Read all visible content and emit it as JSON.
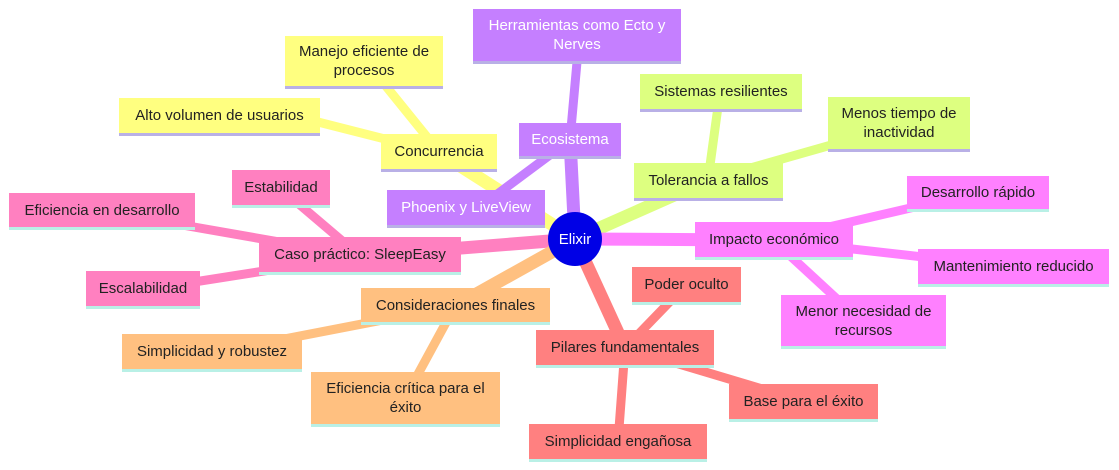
{
  "root": {
    "label": "Elixir"
  },
  "branches": {
    "concurrencia": {
      "label": "Concurrencia",
      "children": [
        "Manejo eficiente de procesos",
        "Alto volumen de usuarios"
      ]
    },
    "ecosistema": {
      "label": "Ecosistema",
      "children": [
        "Herramientas como Ecto y Nerves",
        "Phoenix y LiveView"
      ]
    },
    "tolerancia": {
      "label": "Tolerancia a fallos",
      "children": [
        "Sistemas resilientes",
        "Menos tiempo de inactividad"
      ]
    },
    "impacto": {
      "label": "Impacto económico",
      "children": [
        "Desarrollo rápido",
        "Mantenimiento reducido",
        "Menor necesidad de recursos"
      ]
    },
    "caso": {
      "label": "Caso práctico: SleepEasy",
      "children": [
        "Estabilidad",
        "Eficiencia en desarrollo",
        "Escalabilidad"
      ]
    },
    "consideraciones": {
      "label": "Consideraciones finales",
      "children": [
        "Simplicidad y robustez",
        "Eficiencia crítica para el éxito"
      ]
    },
    "pilares": {
      "label": "Pilares fundamentales",
      "children": [
        "Poder oculto",
        "Base para el éxito",
        "Simplicidad engañosa"
      ]
    }
  },
  "colors": {
    "root": "#0000e6",
    "concurrencia": "#ffff80",
    "ecosistema": "#c57fff",
    "tolerancia": "#ddff80",
    "impacto": "#ff80ff",
    "caso": "#ff80c0",
    "consideraciones": "#ffc080",
    "pilares": "#ff8080"
  }
}
